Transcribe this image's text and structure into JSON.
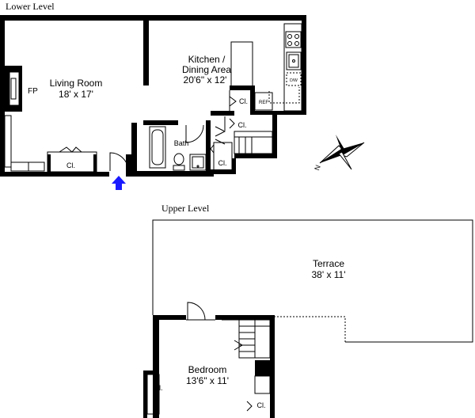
{
  "levels": {
    "lower": "Lower Level",
    "upper": "Upper Level"
  },
  "rooms": {
    "living": {
      "name": "Living Room",
      "dims": "18' x 17'"
    },
    "kitchen": {
      "name_line1": "Kitchen /",
      "name_line2": "Dining Area",
      "dims": "20'6\" x 12'"
    },
    "bath": {
      "name": "Bath"
    },
    "terrace": {
      "name": "Terrace",
      "dims": "38' x 11'"
    },
    "bedroom": {
      "name": "Bedroom",
      "dims": "13'6\" x 11'"
    }
  },
  "fixtures": {
    "fireplace": "FP",
    "closet": "Cl.",
    "refrigerator": "REF",
    "dishwasher": "D/W"
  },
  "compass": {
    "north": "N"
  },
  "colors": {
    "entry_arrow": "#1a1aff",
    "walls": "#000000"
  }
}
